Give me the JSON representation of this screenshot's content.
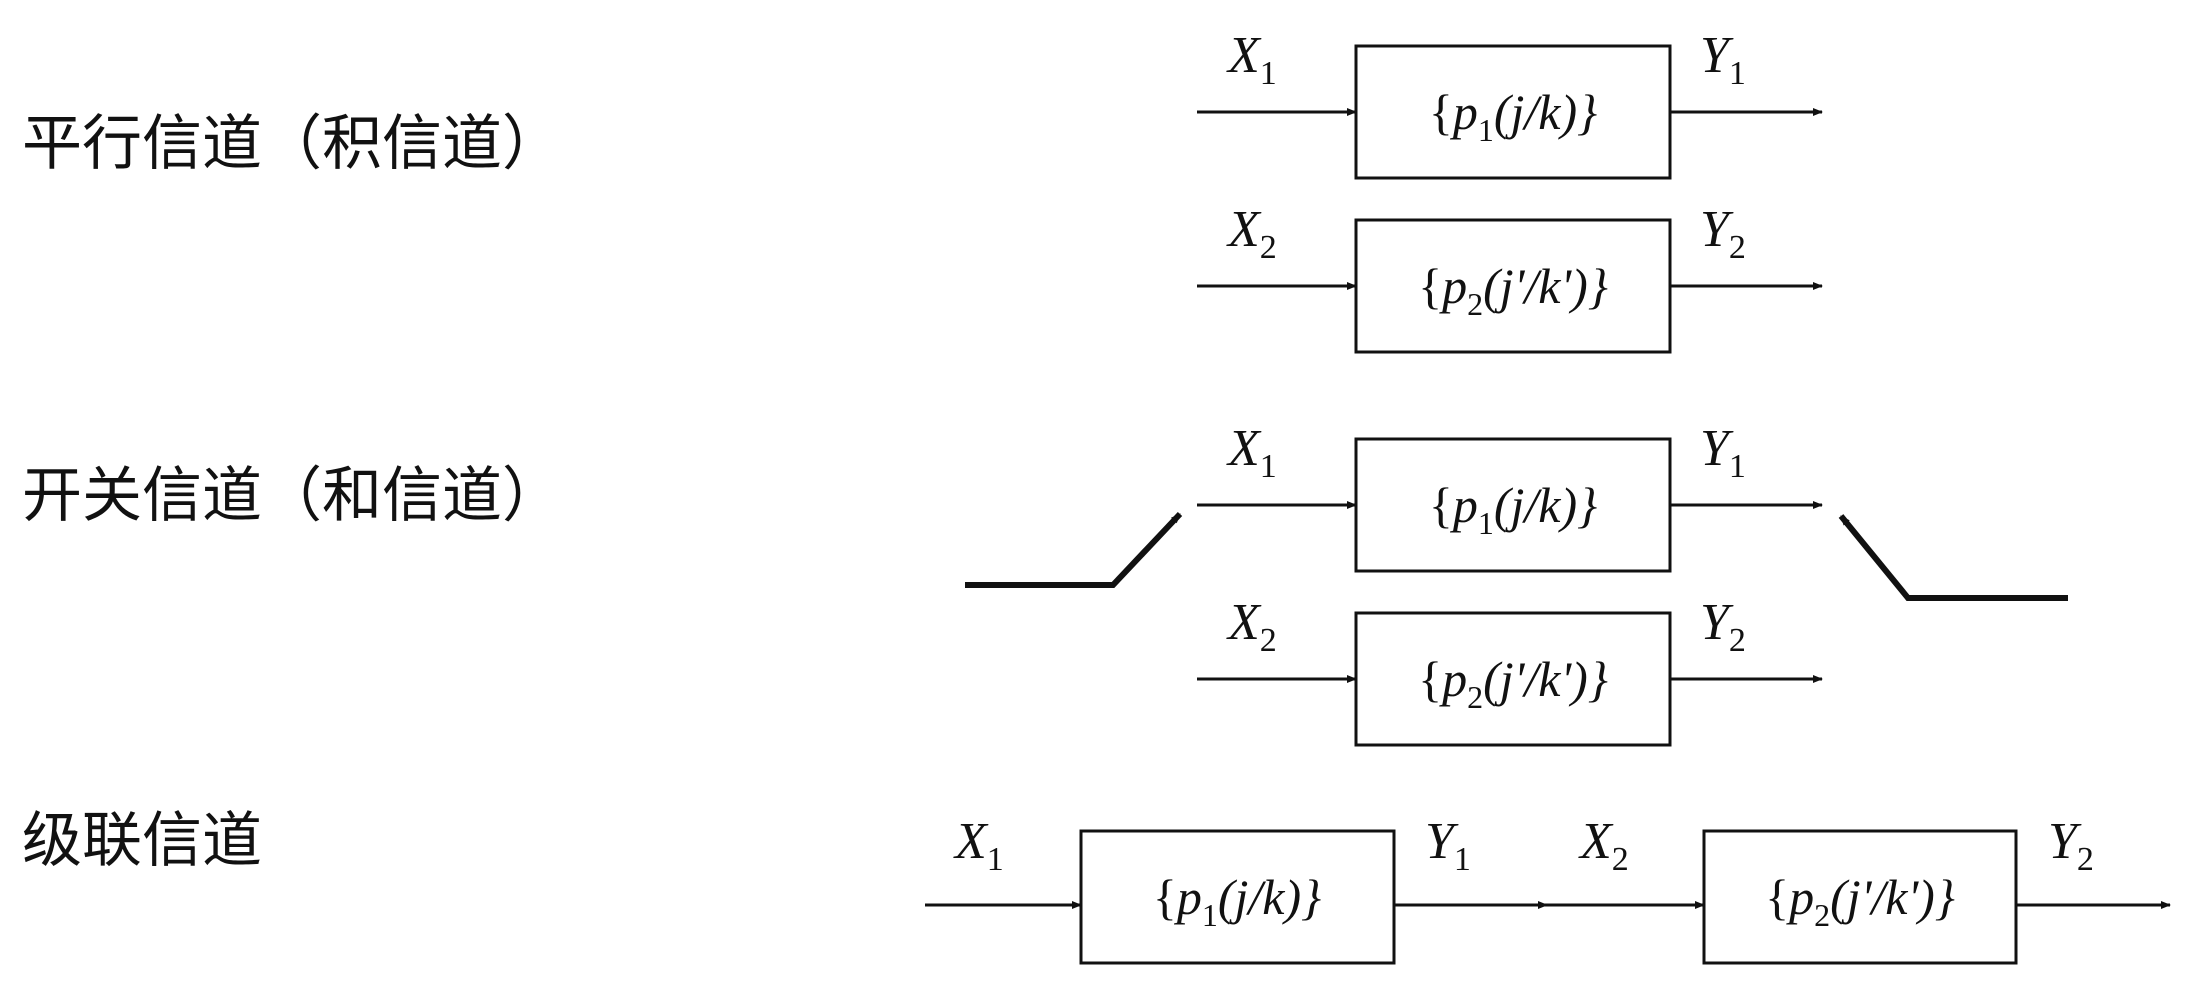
{
  "sections": {
    "parallel": {
      "title": "平行信道（积信道）",
      "ch1": {
        "in": "X",
        "in_sub": "1",
        "box_pre": "{",
        "box_p": "p",
        "box_sub": "1",
        "box_post": "(j/k)}",
        "out": "Y",
        "out_sub": "1"
      },
      "ch2": {
        "in": "X",
        "in_sub": "2",
        "box_pre": "{",
        "box_p": "p",
        "box_sub": "2",
        "box_post": "(j'/k')}",
        "out": "Y",
        "out_sub": "2"
      }
    },
    "switch": {
      "title": "开关信道（和信道）",
      "ch1": {
        "in": "X",
        "in_sub": "1",
        "box_pre": "{",
        "box_p": "p",
        "box_sub": "1",
        "box_post": "(j/k)}",
        "out": "Y",
        "out_sub": "1"
      },
      "ch2": {
        "in": "X",
        "in_sub": "2",
        "box_pre": "{",
        "box_p": "p",
        "box_sub": "2",
        "box_post": "(j'/k')}",
        "out": "Y",
        "out_sub": "2"
      }
    },
    "cascade": {
      "title": "级联信道",
      "ch1": {
        "in": "X",
        "in_sub": "1",
        "box_pre": "{",
        "box_p": "p",
        "box_sub": "1",
        "box_post": "(j/k)}",
        "out": "Y",
        "out_sub": "1"
      },
      "ch2": {
        "in": "X",
        "in_sub": "2",
        "box_pre": "{",
        "box_p": "p",
        "box_sub": "2",
        "box_post": "(j'/k')}",
        "out": "Y",
        "out_sub": "2"
      }
    }
  },
  "colors": {
    "ink": "#111111",
    "background": "#ffffff"
  }
}
